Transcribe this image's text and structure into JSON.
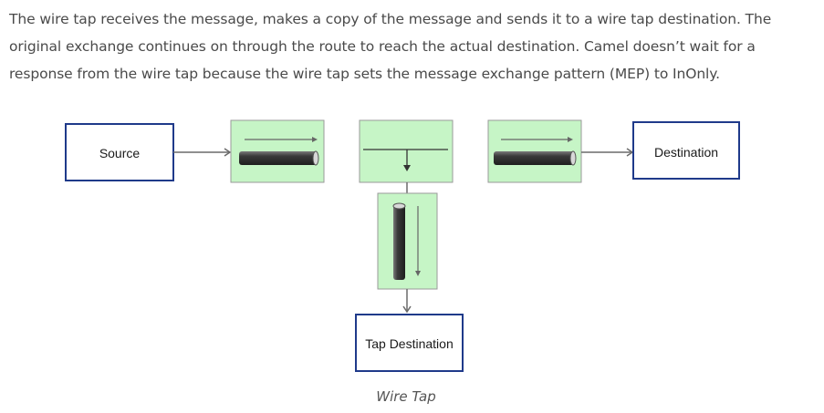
{
  "intro_text": "The wire tap receives the message, makes a copy of the message and sends it to a wire tap destination. The original exchange continues on through the route to reach the actual destination. Camel doesn’t wait for a response from the wire tap because the wire tap sets the message exchange pattern (MEP) to InOnly.",
  "diagram": {
    "source_label": "Source",
    "destination_label": "Destination",
    "tap_destination_label": "Tap Destination",
    "caption": "Wire Tap"
  },
  "colors": {
    "box_border": "#1f3a8a",
    "node_fill": "#c6f5c6",
    "node_border": "#9a9a9a",
    "connector": "#6a6a6a",
    "channel_dark": "#333333"
  }
}
